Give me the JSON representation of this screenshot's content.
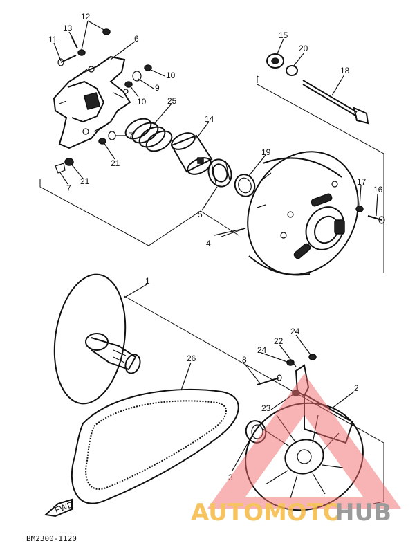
{
  "diagram": {
    "drawing_code": "BM2300-1120",
    "callouts": [
      "1",
      "2",
      "3",
      "4",
      "5",
      "6",
      "7",
      "7",
      "8",
      "9",
      "10",
      "10",
      "11",
      "12",
      "13",
      "14",
      "15",
      "16",
      "17",
      "18",
      "19",
      "20",
      "21",
      "21",
      "22",
      "23",
      "24",
      "24",
      "25",
      "26"
    ],
    "fwd_label": "FWD"
  },
  "watermark": {
    "part1": "AUTOMOTO",
    "part2": "HUB",
    "color_orange": "#f5b942",
    "color_gray": "#8a8a8a",
    "color_red": "#f06b6b"
  }
}
